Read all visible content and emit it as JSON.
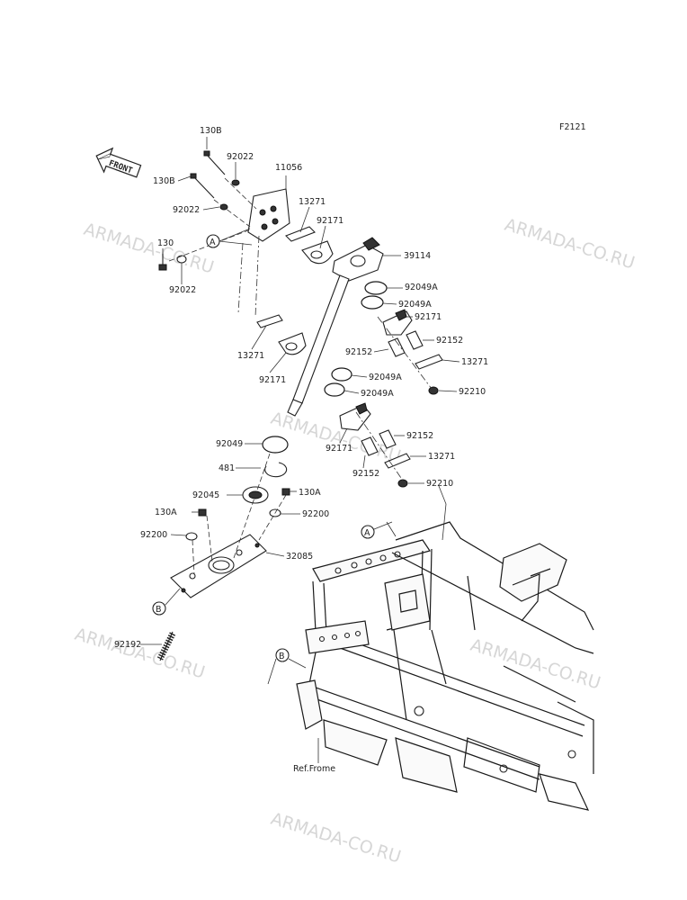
{
  "diagram_code": "F2121",
  "front_label": "FRONT",
  "watermark": "ARMADA-CO.RU",
  "ref_frame_label": "Ref.Frome",
  "callouts": {
    "A": "A",
    "B": "B"
  },
  "parts": {
    "p130B_top": "130B",
    "p130B_mid": "130B",
    "p92022_a": "92022",
    "p92022_b": "92022",
    "p92022_c": "92022",
    "p130": "130",
    "p11056": "11056",
    "p13271_a": "13271",
    "p13271_b": "13271",
    "p13271_c": "13271",
    "p13271_d": "13271",
    "p92171_a": "92171",
    "p92171_b": "92171",
    "p92171_c": "92171",
    "p92171_d": "92171",
    "p39114": "39114",
    "p92049A_a": "92049A",
    "p92049A_b": "92049A",
    "p92049A_c": "92049A",
    "p92049A_d": "92049A",
    "p92152_a": "92152",
    "p92152_b": "92152",
    "p92152_c": "92152",
    "p92152_d": "92152",
    "p92210_a": "92210",
    "p92210_b": "92210",
    "p92049": "92049",
    "p481": "481",
    "p92045": "92045",
    "p130A_a": "130A",
    "p130A_b": "130A",
    "p92200_a": "92200",
    "p92200_b": "92200",
    "p32085": "32085",
    "p92192": "92192"
  }
}
